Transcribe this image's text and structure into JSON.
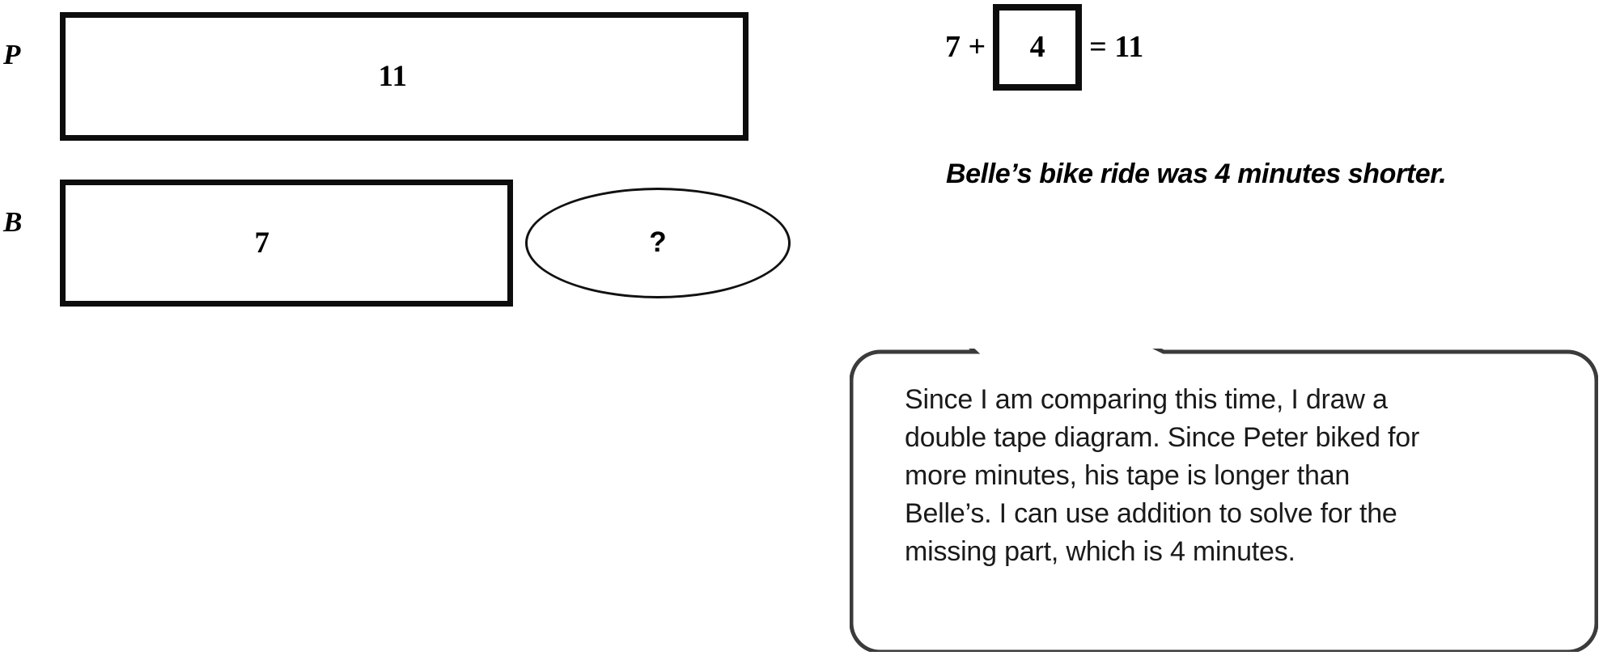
{
  "diagram": {
    "type": "double-tape-diagram",
    "topic": "comparison subtraction / missing addend",
    "tapes": [
      {
        "label": "P",
        "value": "11",
        "person": "Peter"
      },
      {
        "label": "B",
        "value": "7",
        "person": "Belle"
      }
    ],
    "unknown_marker": "?"
  },
  "equation": {
    "left_term": "7 +",
    "boxed_value": "4",
    "right_term": "= 11",
    "full": "7 + 4 = 11"
  },
  "statement": "Belle’s bike ride was 4 minutes shorter.",
  "callout": {
    "lines": [
      "Since I am comparing this time, I draw a",
      "double tape diagram.  Since Peter biked for",
      "more minutes, his tape is longer than",
      "Belle’s.  I can use addition to solve for the",
      "missing part, which is 4 minutes."
    ]
  },
  "colors": {
    "tape_border": "#0d0d0d",
    "ellipse_border": "#111111",
    "callout_border": "#3b3b3b",
    "text": "#000000",
    "callout_text": "#1a1a1a",
    "background": "#ffffff"
  }
}
